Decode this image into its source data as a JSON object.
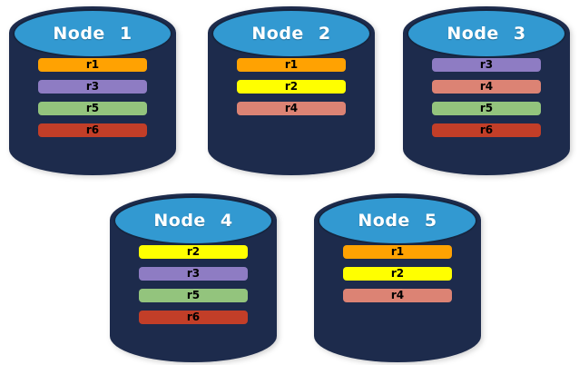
{
  "diagram": {
    "background_color": "#ffffff"
  },
  "colors": {
    "cylinder_body": "#1D2B4C",
    "cylinder_outline": "#16253F",
    "cylinder_top": "#3299D1",
    "title_text": "#ffffff",
    "bar_text": "#000000"
  },
  "replica_colors": {
    "r1": "#FFA202",
    "r2": "#FFFF00",
    "r3": "#8E7CC3",
    "r4": "#DC8374",
    "r5": "#93C47D",
    "r6": "#C23E28"
  },
  "nodes": [
    {
      "label": "Node 1",
      "replicas": [
        "r1",
        "r3",
        "r5",
        "r6"
      ]
    },
    {
      "label": "Node 2",
      "replicas": [
        "r1",
        "r2",
        "r4"
      ]
    },
    {
      "label": "Node 3",
      "replicas": [
        "r3",
        "r4",
        "r5",
        "r6"
      ]
    },
    {
      "label": "Node 4",
      "replicas": [
        "r2",
        "r3",
        "r5",
        "r6"
      ]
    },
    {
      "label": "Node 5",
      "replicas": [
        "r1",
        "r2",
        "r4"
      ]
    }
  ]
}
